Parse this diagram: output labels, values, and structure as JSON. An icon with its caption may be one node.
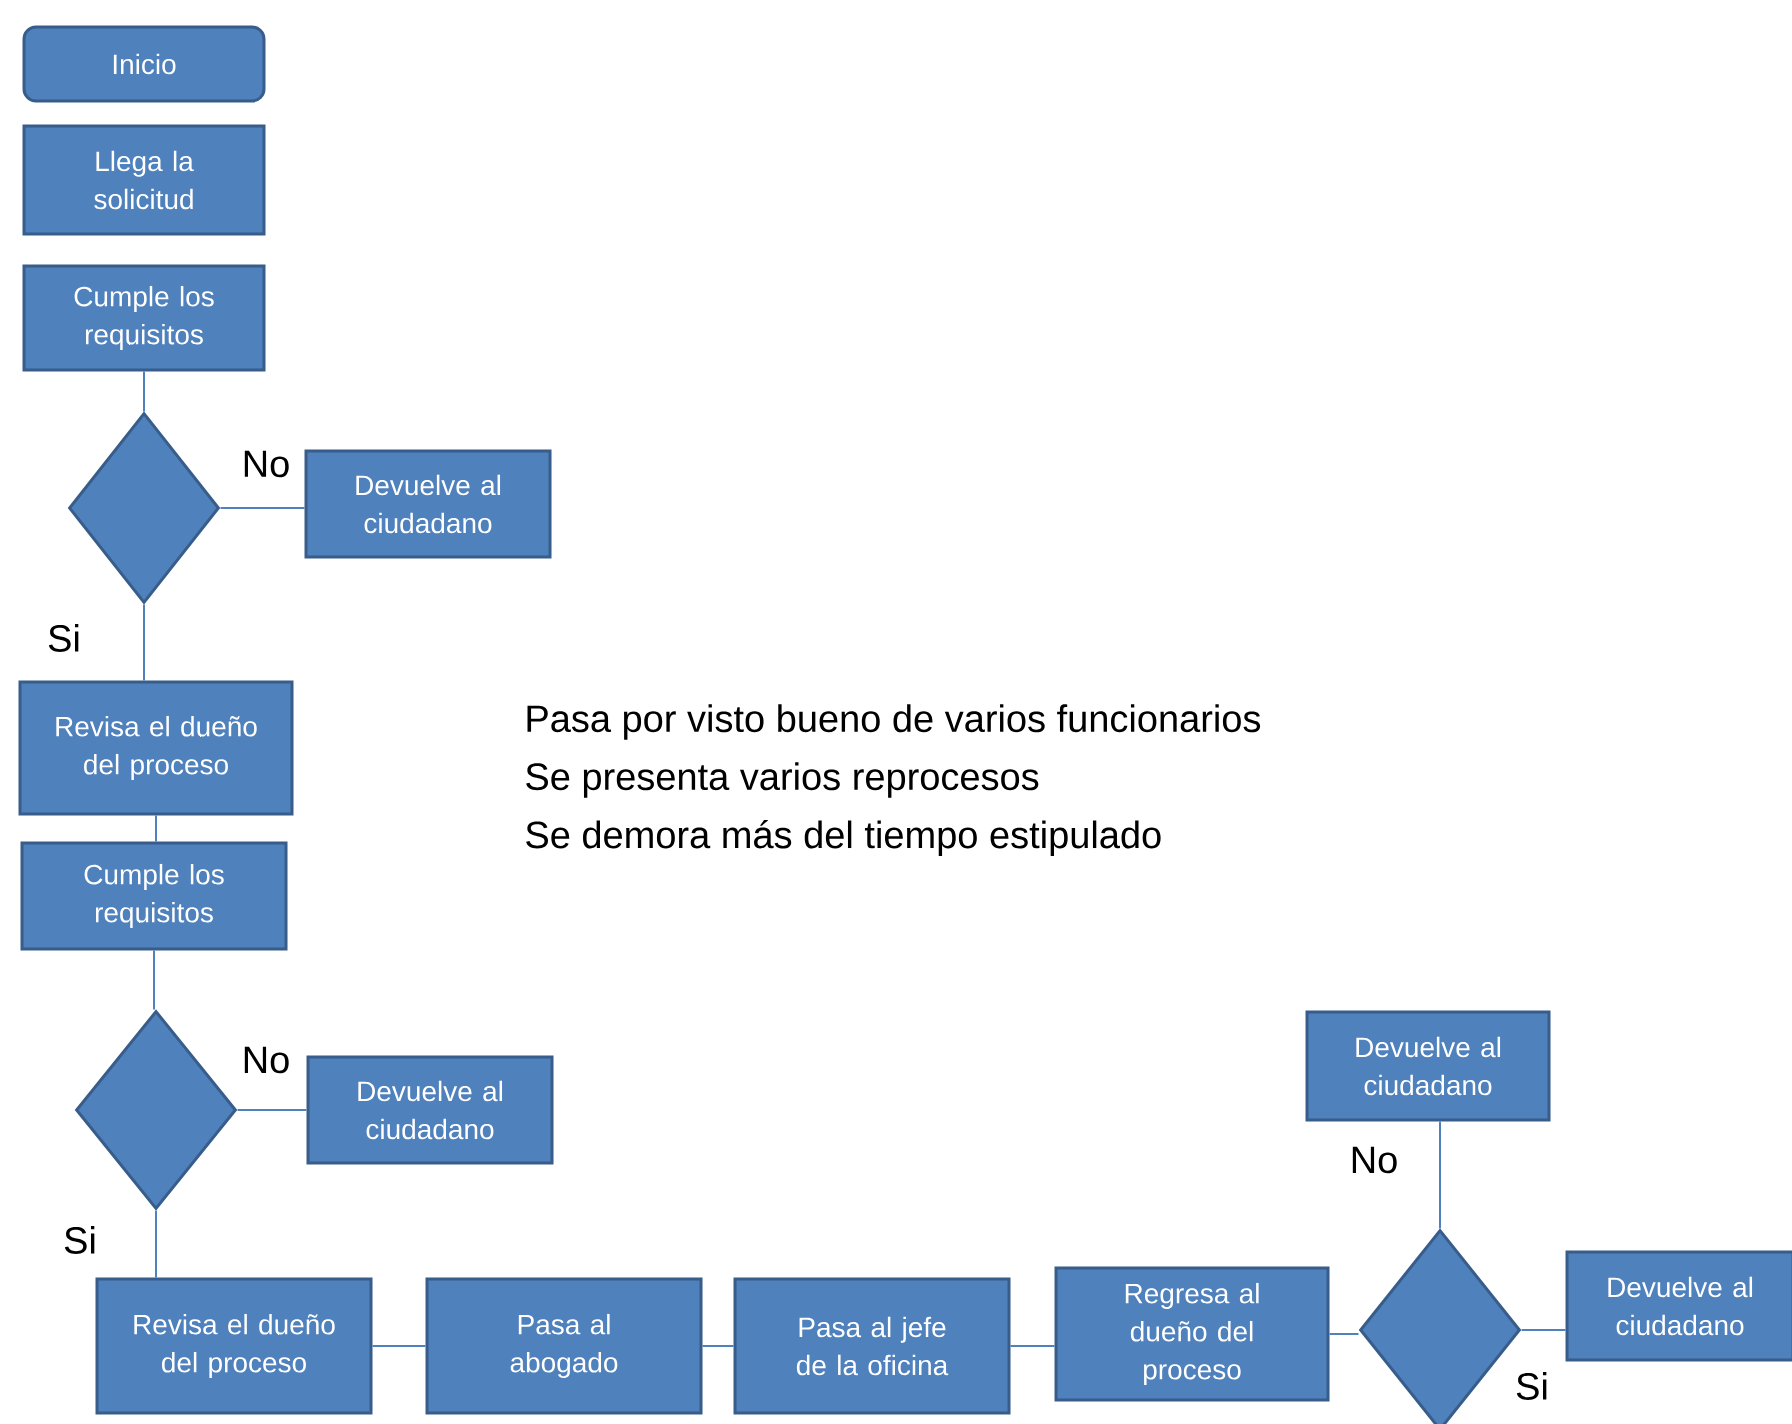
{
  "diagram": {
    "nodes": [
      {
        "text": [
          "Inicio"
        ]
      },
      {
        "text": [
          "Llega la solicitud"
        ]
      },
      {
        "text": [
          "Cumple los requisitos"
        ]
      },
      {
        "text": [],
        "shape": "diamond"
      },
      {
        "text": [
          "Devuelve al ciudadano"
        ]
      },
      {
        "text": [
          "Revisa el dueño del proceso"
        ]
      },
      {
        "text": [
          "Cumple los requisitos"
        ]
      },
      {
        "text": [],
        "shape": "diamond"
      },
      {
        "text": [
          "Devuelve al ciudadano"
        ]
      },
      {
        "text": [
          "Revisa el dueño del proceso"
        ]
      },
      {
        "text": [
          "Pasa al abogado"
        ]
      },
      {
        "text": [
          "Pasa al jefe de la oficina"
        ]
      },
      {
        "text": [
          "Regresa al dueño del proceso"
        ]
      },
      {
        "text": [
          "Devuelve al ciudadano"
        ]
      },
      {
        "text": [],
        "shape": "diamond"
      },
      {
        "text": [
          "Devuelve al ciudadano"
        ]
      }
    ],
    "edges": [
      {
        "from": 2,
        "to": 3,
        "arrow": "none"
      },
      {
        "from": 3,
        "to": 4,
        "arrow": "none",
        "label": "No"
      },
      {
        "from": 3,
        "to": 5,
        "arrow": "none",
        "label": "Si"
      },
      {
        "from": 5,
        "to": 6,
        "arrow": "none"
      },
      {
        "from": 6,
        "to": 7,
        "arrow": "none"
      },
      {
        "from": 7,
        "to": 8,
        "arrow": "none",
        "label": "No"
      },
      {
        "from": 7,
        "to": 9,
        "arrow": "none",
        "label": "Si"
      },
      {
        "from": 9,
        "to": 10,
        "arrow": "none"
      },
      {
        "from": 10,
        "to": 11,
        "arrow": "none"
      },
      {
        "from": 11,
        "to": 12,
        "arrow": "none"
      },
      {
        "from": 12,
        "to": 14,
        "arrow": "none"
      },
      {
        "from": 14,
        "to": 13,
        "arrow": "none",
        "label": "No"
      },
      {
        "from": 14,
        "to": 15,
        "arrow": "none",
        "label": "Si"
      }
    ],
    "labels": [
      "Pasa por visto bueno de varios funcionarios",
      "Se presenta varios reprocesos",
      "Se demora más del tiempo estipulado"
    ]
  }
}
